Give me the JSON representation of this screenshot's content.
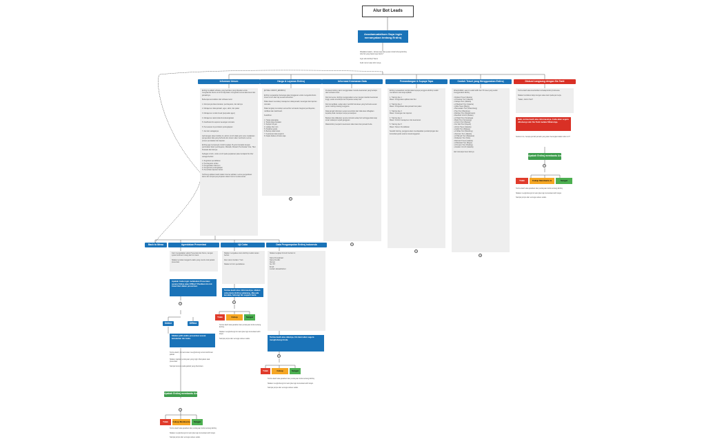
{
  "title": "Alur Bot Leads",
  "greeting": "Assalamualaikum Saya ingin menanyakan tentang Erdiroj",
  "intro_note": "Waalaikumsalam, Jamaa saya atas pesan Anda hubungi Erdiroj.\nAda hal yang dapat saya bantu?\n\nIngin tahu Erdiroj? Alami\n\nKetik nomor atau kirim tanya",
  "colors": {
    "blue": "#1a73b8",
    "red": "#d93025",
    "green": "#4caf50",
    "orange": "#f5a623",
    "note": "#eeeeee"
  },
  "branches": [
    {
      "label": "Informasi Umum",
      "color": "blue"
    },
    {
      "label": "Harga & Layanan Erdiroj",
      "color": "blue"
    },
    {
      "label": "Informasi Keamanan Data",
      "color": "blue"
    },
    {
      "label": "Pemandangan & Supaya Tapa",
      "color": "blue"
    },
    {
      "label": "Contoh Travel yang Menggunakan Erdiroj",
      "color": "blue"
    },
    {
      "label": "Diskusi Langsung dengan Sis Tanti",
      "color": "red"
    }
  ],
  "notes": {
    "umum": "Erdiroj ini adalah software yang berfokus yang ditujukan untuk menghandle bisnis umroh & haji dalam mengelola semua data travel dan jamaahnya.\n\nBeberapa kemudahan dari software kami:\n\n1. Mempunyai data transaksi, pembayaran, dan lainnya\n\n2. Manajemen data jamaah, agen, aktor, dan paket\n\n3. Manajemen rental & lead (penjualan agen)\n\n4. Manajemen akomodasi & keberangkatan\n\n5. Dashboard & Laporan keuangan otomatis\n\n6. Pemesanan & pembelian perlengkapan\n\n7. dan lain sebagainya\n\nJadi dengan sistem Erdiroj ini, admin umroh tidak perlu terus melakukan pengecekan data yang berbeda dan sistem akan membantu semua proses pencatatan dan laporan.\n\nErdiroj juga mempunyai contoh lengkap 16 jenis transaksi dengan pembuatan faktur pembayaran, Manasik, Mutawif, Pembuatan Visa, Tiket Pesawat dan lainnya.\n\nSebagai contoh, untuk umroh pada perjalanan paket terdapat fitur-fitur sebagai berikut:\n\n1. Registrasi pendaftaran\n2. Pembayaran cicilan\n3. Pengelolaan dokumen\n4. Pengiriman perlengkapan\n5. Penerbitan laporan harian\n\nTerhitung aplikasi masih dalam internet aplikasi, semua pengelolaan kamu dan tempat penyimpanan data di server secara aman.",
    "harga": "[ETIKEL UMROH_ERDIROJ]\n\nErdiroj menawarkan beberapa paket langganan untuk mengelola bisnis travel umroh dan haji sesuai kebutuhan.\n\nPaket dasar mencakup manajemen data jamaah, keuangan dan laporan otomatis.\n\nPaket lengkap mencakup semua fitur termasuk integrasi pembayaran, notifikasi dan dashboard.\n\nKelebihan:\n\n1. Harga terjangkau\n2. Tanpa biaya instalasi\n3. Support 24 jam\n4. Update fitur rutin\n5. Pelatihan gratis\n6. Backup data harian\n7. Keamanan data terjamin\n8. Dapat diakses dimana saja",
    "keamanan": "Di sistem Erdiroj, kami menggunakan metode keamanan yang berlapis dan berbasis cloud.\n\nDari sisi server, Erdiroj menggunakan server dengan standar keamanan tinggi, selalu terenkripsi dan terpantau setiap hari.\n\nDari sisi aplikasi, setiap akun memiliki hak akses yang berbeda sesuai peran masing-masing pengguna.\n\nData jamaah disimpan secara terenkripsi dan tidak akan dibagikan kepada pihak manapun tanpa persetujuan.\n\nBackup data dilakukan secara otomatis setiap hari sehingga data tetap aman walaupun terjadi gangguan.\n\nMaka Erdiroj menjamin keamanan data travel dan jamaah Anda.",
    "pemandangan": "Erdiroj menawarkan tutorial pakai supaya pengguna Erdiroj mudah memahami cara kerja aplikasi.\n\n1. Training tipe 1\nMateri: Pengenalan aplikasi dan fitur\n\n2. Training tipe 2\nMateri: Pengelolaan data jamaah dan paket\n\n3. Training tipe 3\nMateri: Keuangan dan laporan\n\n4. Training tipe 4\nMateri: Kontrol manajemen dan keamanan\n\n5. Training tipe 5\nMateri: Sistem Pendaftaran\n\nSetelah training, pengguna akan mendapatkan pendampingan dan konsultasi gratis selama masa langganan.",
    "travel": "Alhamdulillah, saat ini sudah lebih dari 70 travel yang sudah menggunakan Erdiroj.\n\n• Mutiara Travel (Jakarta)\n• Al Kautsar Tour (Jakarta)\n• Cahaya Tour (Jakarta)\n• Al Madinah Tour (Jakarta)\n• Qibla Travel (Bogor)\n• Darussalam Tour (Palembang)\n• Hiqo Tour (Bandung)\n• Rabbani Tour (Banjarmasin)\n• Raudhah Umroh (Medan)\n• Al Hijrah Tour (Surabaya)\n• Baitul Tour (Semarang)\n• Al Amin Tour (Bekasi)\n• Nur Ilahi Tour (Depok)\n• Almira Travel (Jakarta)\n• Arafah Tour (Malang)\n• Al Ikhlas Tour (Bandung)\n• Zamzam Tour (Jakarta)\n• Al Hikmah Tour (Makassar)\n• Multazam Tour (Solo)\n• Rahmah Travel (Jakarta)\n• Al Barokah Tour (Bogor)\n• Al Furqon Tour (Padang)\n• Assalam Umroh (Jakarta)\n\ndan beberapa travel lainnya",
    "diskusi": "Terima kasih atas ketertarikan terhadap Erdiroj Indonesia.\n\nSilakan berdiskusi lanjut dengan sales kami pada jam kerja.\n\n\"Salam, Admin Tanti\""
  },
  "diskusi_red": "Baik, terima kasih atas informasinya.\n\nAnda akan segera dihubungi oleh Sis Tanti melalui WhatsApp.",
  "diskusi_note2": "Sebelum itu, berapa jumlah jamaah yang akan berangkat dalam tahun ini?",
  "questions": {
    "q1": "Apakah Erdiroj membantu Anda?"
  },
  "answers": [
    "Tidak Membantu",
    "Cukup Membantu & Perlu Dijelaskan",
    "Sangat Membantu"
  ],
  "after_answer_note": "Terima kasih atas jawaban dan pertanyaan Anda tentang Erdiroj.\n\nSilakan menghubungi tim kami jika ingin konsultasi lebih lanjut.\n\nSampai jumpa dan semoga sukses selalu.",
  "sub_branches": [
    {
      "label": "Back to Menu"
    },
    {
      "label": "Agendakan Presentasi"
    },
    {
      "label": "Uji Coba"
    },
    {
      "label": "Data Pengumpulan Erdiroj Indonesia"
    }
  ],
  "sub_notes": {
    "presentasi": "Kami mengadakan waktu Presentasi dan Demo, dengan syarat minimal 2 orang dari tim travel.\n\nSilakan tentukan tanggal & waktu yang cocok untuk jadwal presentasi.",
    "presentasi_blue": "Apakah Anda ingin melakukan Presentasi secara Online atau Offline?\n\nPastikan tim inti travel ikut dalam presentasi.",
    "presentasi_blue2": "Silakan pilih waktu presentasi sesuai kebutuhan tim Anda.",
    "presentasi_note2": "Terima kasih, tim kami akan menghubungi untuk konfirmasi jadwal.\n\nSilakan siapkan pertanyaan yang ingin ditanyakan saat presentasi.\n\nSampai bertemu pada jadwal yang ditentukan.",
    "ujicoba": "Silakan mengakses demo Erdiroj melalui tautan berikut.\n\nAkun demo berlaku 7 hari.\n\nSilakan isi form pendaftaran.",
    "ujicoba_blue": "Terima kasih atas informasinya, silakan coba demo Erdiroj sekarang.\n\nJika ada kendala, hubungi tim support kami.",
    "data": "Silakan lengkapi formulir berikut ini:\n\nNama Perusahaan:\nNama Pemilik:\nAlamat:\nNo. HP:\nEmail:\nJumlah Jamaah/tahun:",
    "data_blue": "Terima kasih atas datanya, tim kami akan segera menghubungi Anda."
  },
  "pick_labels": [
    "Online",
    "Offline"
  ],
  "expand_symbol": "+"
}
